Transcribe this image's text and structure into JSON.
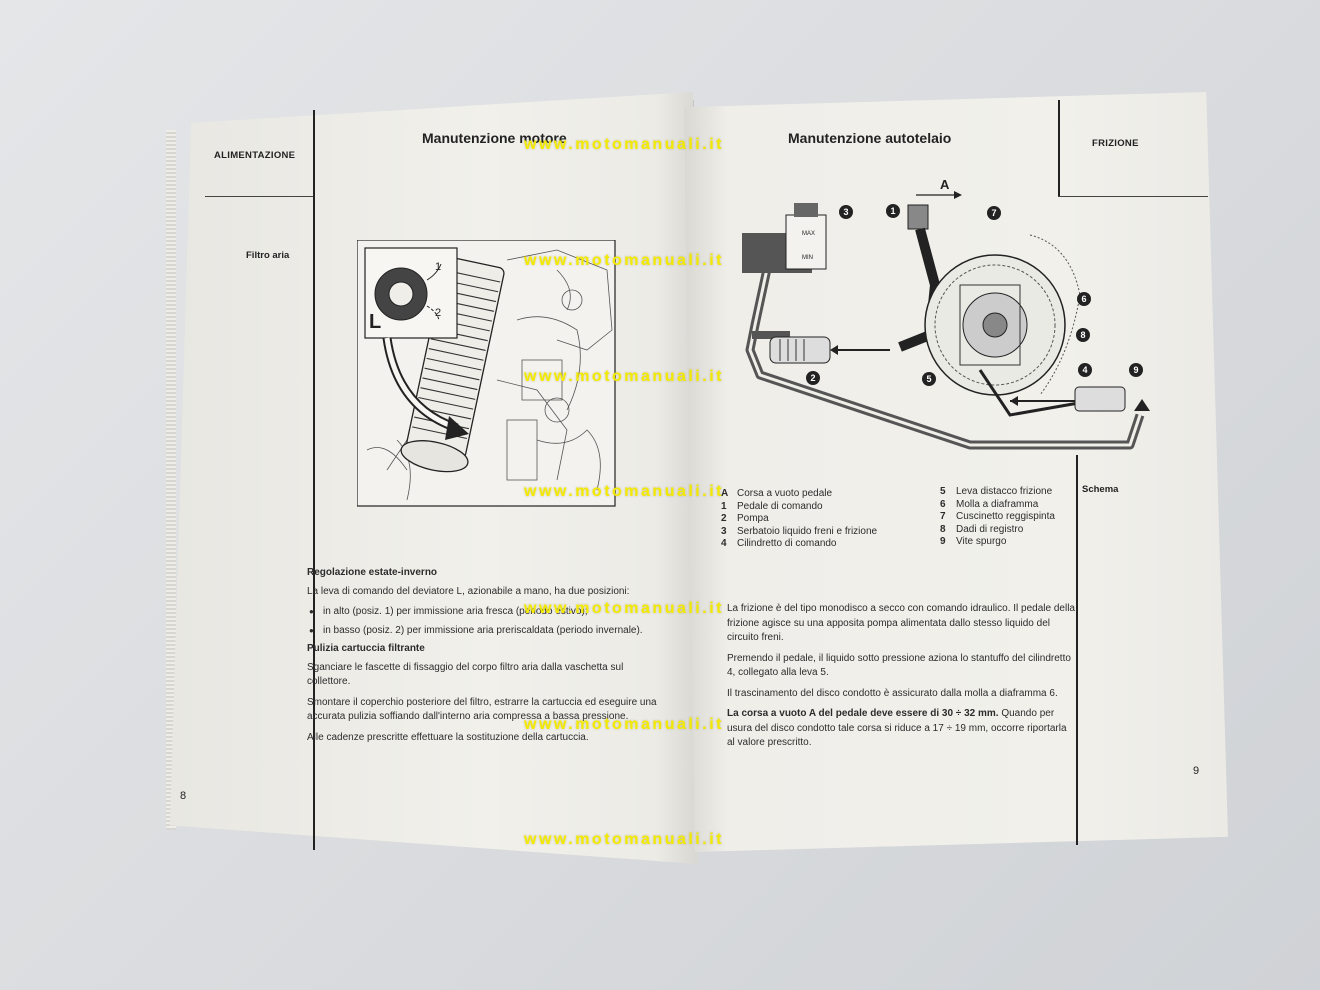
{
  "left": {
    "header_title": "Manutenzione motore",
    "section_label": "ALIMENTAZIONE",
    "side_label": "Filtro aria",
    "figure_labels": {
      "lever": "L",
      "pos1": "1",
      "pos2": "2"
    },
    "heading1": "Regolazione estate-inverno",
    "para1": "La leva di comando del deviatore L, azionabile a mano, ha due posizioni:",
    "bullet1": "in alto (posiz. 1) per immissione aria fresca (periodo estivo);",
    "bullet2": "in basso (posiz. 2) per immissione aria preriscaldata (periodo invernale).",
    "heading2": "Pulizia cartuccia filtrante",
    "para2": "Sganciare le fascette di fissaggio del corpo filtro aria dalla vaschetta sul collettore.",
    "para3": "Smontare il coperchio posteriore del filtro, estrarre la cartuccia ed eseguire una accurata pulizia soffiando dall'interno aria compressa a bassa pressione.",
    "para4": "Alle cadenze prescritte effettuare la sostituzione della cartuccia.",
    "page_number": "8"
  },
  "right": {
    "header_title": "Manutenzione autotelaio",
    "section_label": "FRIZIONE",
    "side_label": "Schema",
    "figure_labels": {
      "A": "A",
      "max": "MAX",
      "min": "MIN"
    },
    "legend_left": [
      {
        "n": "A",
        "label": "Corsa a vuoto pedale"
      },
      {
        "n": "1",
        "label": "Pedale di comando"
      },
      {
        "n": "2",
        "label": "Pompa"
      },
      {
        "n": "3",
        "label": "Serbatoio liquido freni e frizione"
      },
      {
        "n": "4",
        "label": "Cilindretto di comando"
      }
    ],
    "legend_right": [
      {
        "n": "5",
        "label": "Leva distacco frizione"
      },
      {
        "n": "6",
        "label": "Molla a diaframma"
      },
      {
        "n": "7",
        "label": "Cuscinetto reggispinta"
      },
      {
        "n": "8",
        "label": "Dadi di registro"
      },
      {
        "n": "9",
        "label": "Vite spurgo"
      }
    ],
    "para1": "La frizione è del tipo monodisco a secco con comando idraulico. Il pedale della frizione agisce su una apposita pompa alimentata dallo stesso liquido del circuito freni.",
    "para2": "Premendo il pedale, il liquido sotto pressione aziona lo stantuffo del cilindretto 4, collegato alla leva 5.",
    "para3": "Il trascinamento del disco condotto è assicurato dalla molla a diaframma 6.",
    "para4_bold": "La corsa a vuoto A del pedale deve essere di 30 ÷ 32 mm.",
    "para4_rest": " Quando per usura del disco condotto tale corsa si riduce a 17 ÷ 19 mm, occorre riportarla al valore prescritto.",
    "page_number": "9"
  },
  "watermark": "www.motomanuali.it",
  "colors": {
    "watermark": "#f4ea00",
    "paper": "#efeee9",
    "ink": "#2c2c2c"
  }
}
